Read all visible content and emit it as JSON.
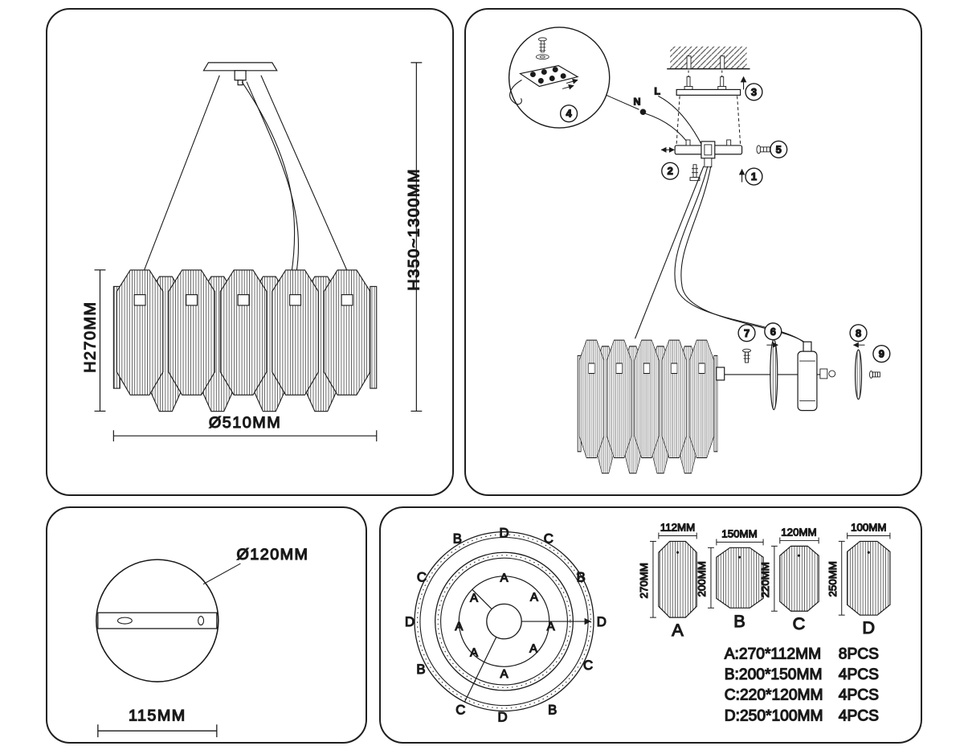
{
  "front_view": {
    "height_label": "H270MM",
    "drop_label": "H350~1300MM",
    "diameter_label": "Ø510MM"
  },
  "installation": {
    "wire_n": "N",
    "wire_l": "L",
    "steps": [
      "1",
      "2",
      "3",
      "4",
      "5",
      "6",
      "7",
      "8",
      "9"
    ]
  },
  "canopy": {
    "diameter_label": "Ø120MM",
    "width_label": "115MM"
  },
  "layout": {
    "ring": [
      "B",
      "D",
      "C",
      "C",
      "B",
      "D",
      "D",
      "B",
      "C",
      "C",
      "D",
      "B"
    ],
    "inner": [
      "A",
      "A",
      "A",
      "A",
      "A",
      "A",
      "A",
      "A"
    ]
  },
  "pieces": [
    {
      "name": "A",
      "w": "112MM",
      "h": "270MM"
    },
    {
      "name": "B",
      "w": "150MM",
      "h": "200MM"
    },
    {
      "name": "C",
      "w": "120MM",
      "h": "220MM"
    },
    {
      "name": "D",
      "w": "100MM",
      "h": "250MM"
    }
  ],
  "parts_list": [
    {
      "size": "A:270*112MM",
      "qty": "8PCS"
    },
    {
      "size": "B:200*150MM",
      "qty": "4PCS"
    },
    {
      "size": "C:220*120MM",
      "qty": "4PCS"
    },
    {
      "size": "D:250*100MM",
      "qty": "4PCS"
    }
  ],
  "colors": {
    "ink": "#1a1a1a",
    "background": "#ffffff"
  }
}
